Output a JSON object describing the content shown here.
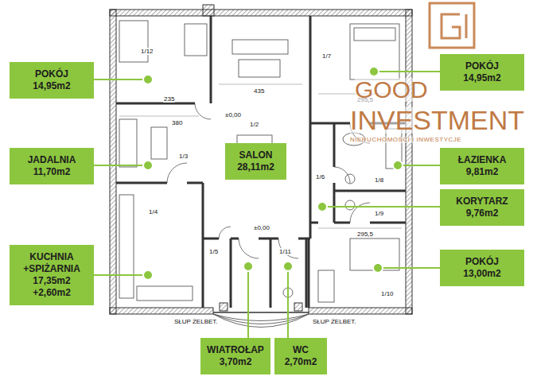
{
  "diagram": {
    "nodes": [
      {
        "text": [
          "POKÓJ",
          "14,95m2"
        ]
      },
      {
        "text": [
          "JADALNIA",
          "11,70m2"
        ]
      },
      {
        "text": [
          "SALON",
          "28,11m2"
        ]
      },
      {
        "text": [
          "KUCHNIA +SPIŻARNIA",
          "17,35m2 +2,60m2"
        ]
      },
      {
        "text": [
          "POKÓJ",
          "14,95m2"
        ]
      },
      {
        "text": [
          "ŁAZIENKA",
          "9,81m2"
        ]
      },
      {
        "text": [
          "KORYTARZ",
          "9,76m2"
        ]
      },
      {
        "text": [
          "POKÓJ",
          "13,00m2"
        ]
      },
      {
        "text": [
          "WIATROŁAP",
          "3,70m2"
        ]
      },
      {
        "text": [
          "WC",
          "2,70m2"
        ]
      }
    ],
    "labels": [
      "1/12",
      "1/2",
      "1/3",
      "1/4",
      "1/5",
      "1/11",
      "1/7",
      "1/8",
      "1/6",
      "1/9",
      "1/10",
      "435",
      "380",
      "235",
      "295,5",
      "295,5",
      "±0,00",
      "±0,00",
      "SŁUP ŻELBET.",
      "SŁUP ŻELBET.",
      "GOOD",
      "INVESTMENT",
      "NIERUCHOMOŚCI I INWESTYCJE"
    ]
  }
}
